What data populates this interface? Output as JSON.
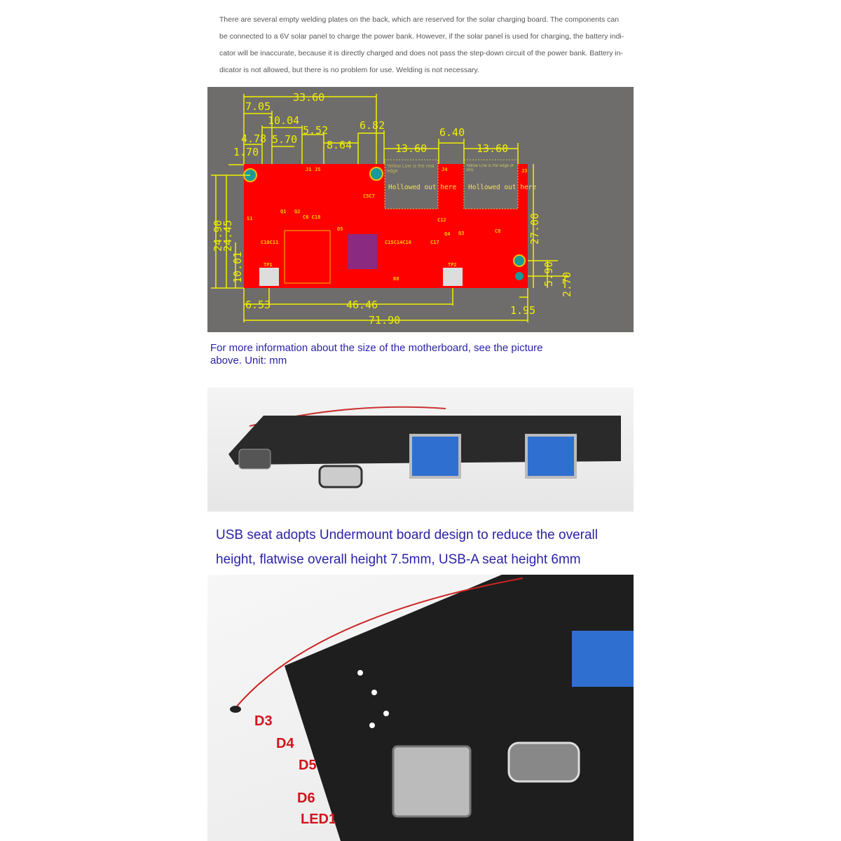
{
  "intro": {
    "lines": [
      "There are several empty welding plates on the back, which are reserved for the solar charging board. The components can",
      "be connected to a 6V solar panel to charge the power bank. However, if the solar panel is used for charging, the battery indi-",
      "cator will be inaccurate, because it is directly charged and does not pass the step-down circuit of the power bank. Battery in-",
      "dicator is not allowed, but there is no problem for use. Welding is not necessary."
    ]
  },
  "diagram": {
    "dimensions": {
      "d33_60": "33.60",
      "d7_05": "7.05",
      "d10_04": "10.04",
      "d5_52": "5.52",
      "d6_82": "6.82",
      "d4_78": "4.78",
      "d5_70": "5.70",
      "d8_64": "8.64",
      "d6_40": "6.40",
      "d13_60a": "13.60",
      "d13_60b": "13.60",
      "d1_70": "1.70",
      "d24_90": "24.90",
      "d24_45": "24.45",
      "d10_01": "10.01",
      "d27_00": "27.00",
      "d5_90": "5.90",
      "d2_70": "2.70",
      "d6_53": "6.53",
      "d46_46": "46.46",
      "d1_95": "1.95",
      "d71_90": "71.90"
    },
    "notes": {
      "real_edge": "Yellow Line is the real edge",
      "edge_shis": "Yellow Line is the edge of shis",
      "hollow1": "Hollowed out here",
      "hollow2": "Hollowed out here"
    },
    "refs": {
      "j1": "J1",
      "j5": "J5",
      "j4": "J4",
      "j3": "J3",
      "s1": "S1",
      "tp1": "TP1",
      "tp2": "TP2",
      "c12": "C12",
      "c8": "C8",
      "q4": "Q4",
      "q3": "Q3",
      "c17": "C17",
      "c15": "C15C14C16",
      "c5c7": "C5C7",
      "c10": "C10C11",
      "c6": "C6 C18",
      "q1": "Q1",
      "q2": "Q2",
      "d5": "D5",
      "r8": "R8"
    },
    "caption": [
      "For more information about the size of the motherboard, see the picture",
      "above. Unit: mm"
    ]
  },
  "caption2": [
    "USB seat adopts Undermount board design to reduce the overall",
    "height, flatwise overall height 7.5mm, USB-A seat height 6mm"
  ],
  "photo2_labels": {
    "d3": "D3",
    "d4": "D4",
    "d5": "D5",
    "d6": "D6",
    "led1": "LED1"
  }
}
